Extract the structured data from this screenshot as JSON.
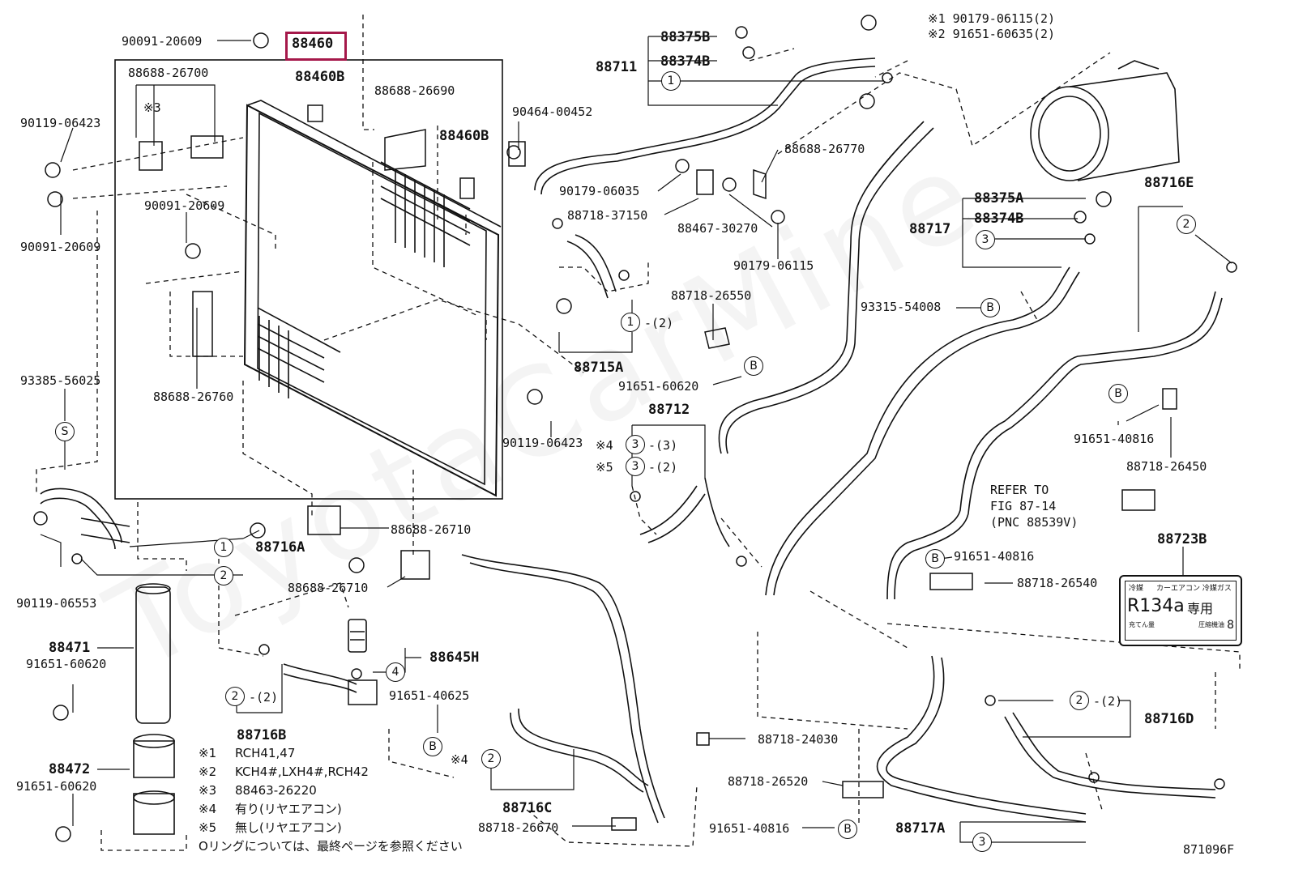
{
  "highlight_color": "#a5184a",
  "watermark": "ToyotaCarMine",
  "figure_number": "871096F",
  "main_part": "88460",
  "parts": {
    "p90091_20609_top": "90091-20609",
    "p88460B_a": "88460B",
    "p88688_26700": "88688-26700",
    "p88688_26690": "88688-26690",
    "p90119_06423_a": "90119-06423",
    "p88460B_b": "88460B",
    "p90091_20609_left": "90091-20609",
    "p90091_20609_mid": "90091-20609",
    "p93385_56025": "93385-56025",
    "p88688_26760": "88688-26760",
    "p90119_06423_b": "90119-06423",
    "p88716A": "88716A",
    "p88688_26710_a": "88688-26710",
    "p88688_26710_b": "88688-26710",
    "p90119_06553": "90119-06553",
    "p88471": "88471",
    "p91651_60620_a": "91651-60620",
    "p88645H": "88645H",
    "p91651_40625": "91651-40625",
    "p88716B": "88716B",
    "p88472": "88472",
    "p91651_60620_b": "91651-60620",
    "p88716C": "88716C",
    "p88718_26670": "88718-26670",
    "p88375B": "88375B",
    "p88374B": "88374B",
    "p88711": "88711",
    "p90464_00452": "90464-00452",
    "p90179_06035": "90179-06035",
    "p88718_37150": "88718-37150",
    "p88688_26770": "88688-26770",
    "p88467_30270": "88467-30270",
    "p90179_06115": "90179-06115",
    "p88715A": "88715A",
    "p88718_26550": "88718-26550",
    "p91651_60620_c": "91651-60620",
    "p88712": "88712",
    "p88375A": "88375A",
    "p88374B_b": "88374B",
    "p88717": "88717",
    "p88716E": "88716E",
    "p93315_54008": "93315-54008",
    "p91651_40816_a": "91651-40816",
    "p88718_26450": "88718-26450",
    "p91651_40816_b": "91651-40816",
    "p88718_26540": "88718-26540",
    "p88723B": "88723B",
    "p88716D": "88716D",
    "p88718_24030": "88718-24030",
    "p88718_26520": "88718-26520",
    "p91651_40816_c": "91651-40816",
    "p88717A": "88717A"
  },
  "ref_notes": {
    "n1": "※1 90179-06115(2)",
    "n2": "※2 91651-60635(2)",
    "n3": "※3",
    "n4": "※4",
    "n5": "※5",
    "n4b": "※4"
  },
  "circle_labels": {
    "one": "1",
    "two": "2",
    "three": "3",
    "four": "4",
    "B": "B",
    "S": "S"
  },
  "qty_labels": {
    "q2": "-(2)",
    "q3": "-(3)"
  },
  "refer": {
    "line1": "REFER TO",
    "line2": "FIG 87-14",
    "line3": "(PNC 88539V)"
  },
  "footnotes": {
    "f1_key": "※1",
    "f1_val": "RCH41,47",
    "f2_key": "※2",
    "f2_val": "KCH4#,LXH4#,RCH42",
    "f3_key": "※3",
    "f3_val": "88463-26220",
    "f4_key": "※4",
    "f4_val": "有り(リヤエアコン)",
    "f5_key": "※5",
    "f5_val": "無し(リヤエアコン)",
    "oring": "Oリングについては、最終ページを参照ください"
  },
  "r134_label": {
    "gas": "R134a",
    "jp": "専用",
    "hdr1": "冷媒",
    "hdr2": "カーエアコン 冷媒ガス",
    "foot": "充てん量",
    "foot2": "圧縮機油",
    "num": "8"
  }
}
